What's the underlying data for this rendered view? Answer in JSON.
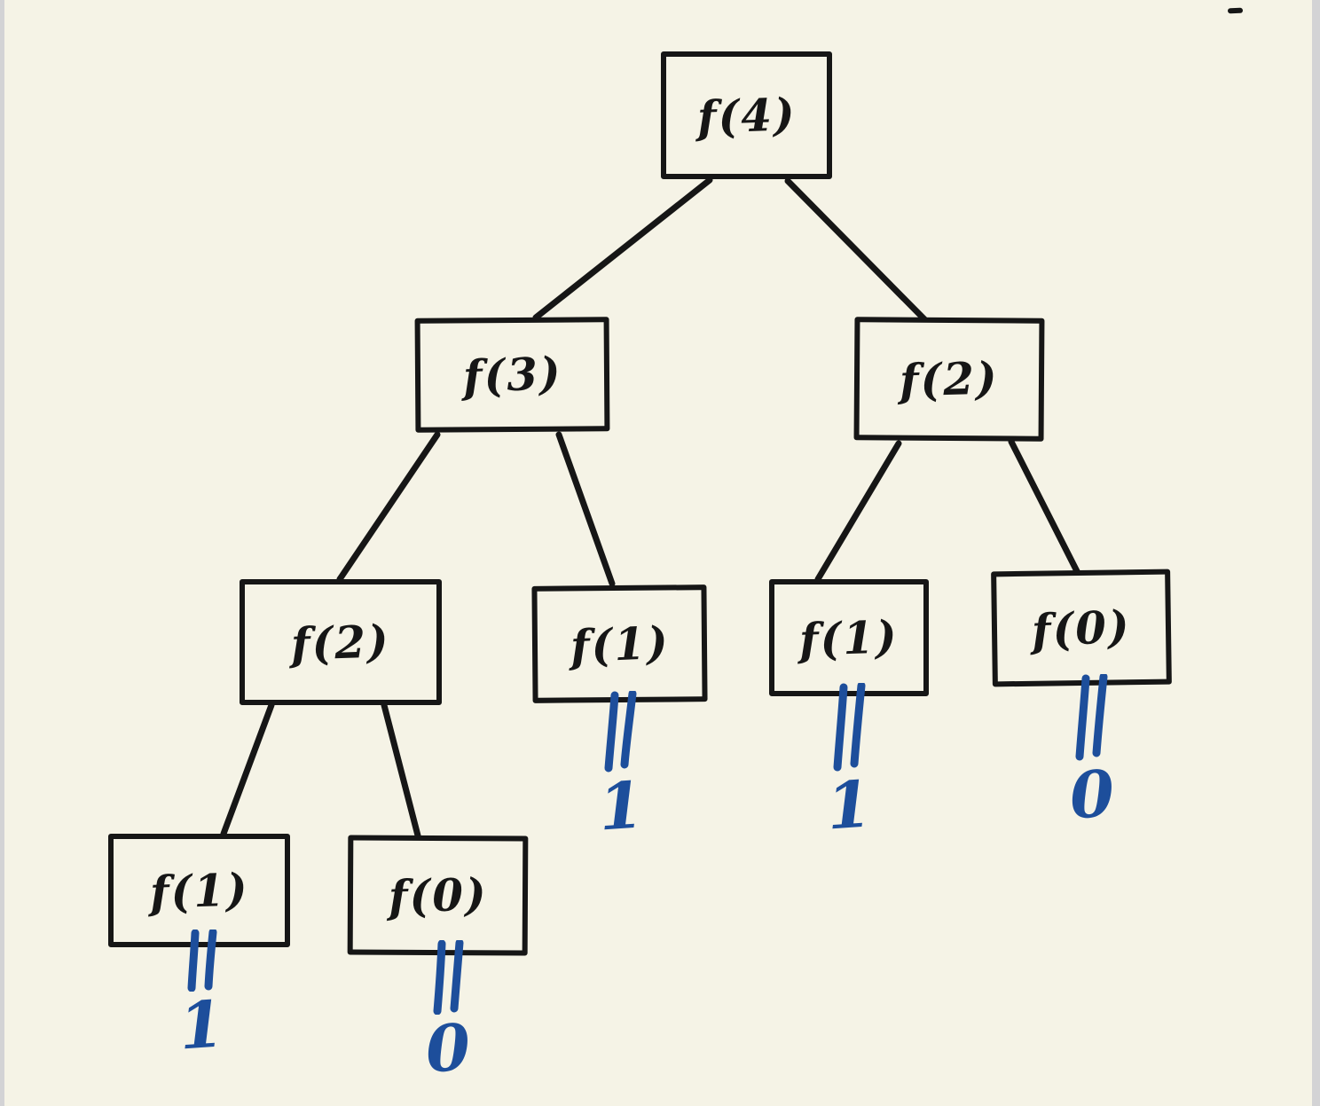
{
  "diagram": {
    "type": "recursion-tree",
    "colors": {
      "paper": "#f5f3e6",
      "ink": "#161616",
      "annotation_blue": "#1d4e9b",
      "page_edge": "#d3d3d5"
    },
    "nodes": [
      {
        "label": "f(4)",
        "value": null
      },
      {
        "label": "f(3)",
        "value": null
      },
      {
        "label": "f(2)",
        "value": null
      },
      {
        "label": "f(2)",
        "value": null
      },
      {
        "label": "f(1)",
        "value": "1"
      },
      {
        "label": "f(1)",
        "value": "1"
      },
      {
        "label": "f(0)",
        "value": "0"
      },
      {
        "label": "f(1)",
        "value": "1"
      },
      {
        "label": "f(0)",
        "value": "0"
      }
    ],
    "edges": [
      [
        0,
        1
      ],
      [
        0,
        2
      ],
      [
        1,
        3
      ],
      [
        1,
        4
      ],
      [
        2,
        5
      ],
      [
        2,
        6
      ],
      [
        3,
        7
      ],
      [
        3,
        8
      ]
    ]
  }
}
